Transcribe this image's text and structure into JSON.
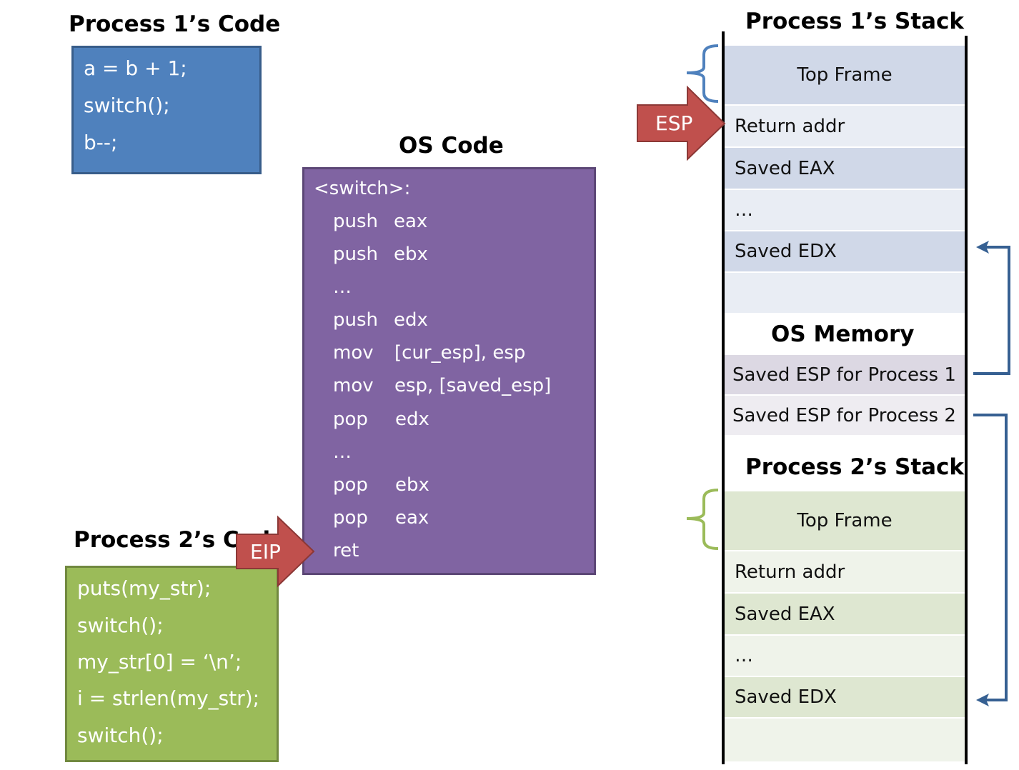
{
  "process1_code": {
    "title": "Process 1’s Code",
    "lines": [
      "a = b + 1;",
      "switch();",
      "b--;"
    ]
  },
  "os_code": {
    "title": "OS Code",
    "label": "<switch>:",
    "instructions": [
      {
        "op": "push",
        "arg": "eax"
      },
      {
        "op": "push",
        "arg": "ebx"
      },
      {
        "op": "…",
        "arg": ""
      },
      {
        "op": "push",
        "arg": "edx"
      },
      {
        "op": "mov",
        "arg": "[cur_esp], esp"
      },
      {
        "op": "mov",
        "arg": "esp, [saved_esp]"
      },
      {
        "op": "pop",
        "arg": "edx"
      },
      {
        "op": "…",
        "arg": ""
      },
      {
        "op": "pop",
        "arg": "ebx"
      },
      {
        "op": "pop",
        "arg": "eax"
      },
      {
        "op": "ret",
        "arg": ""
      }
    ]
  },
  "process2_code": {
    "title": "Process 2’s Code",
    "lines": [
      "puts(my_str);",
      "switch();",
      "my_str[0] = ‘\\n’;",
      "i = strlen(my_str);",
      "switch();"
    ]
  },
  "eip_arrow": {
    "label": "EIP"
  },
  "esp_arrow": {
    "label": "ESP"
  },
  "process1_stack": {
    "title": "Process 1’s Stack",
    "top_frame": "Top Frame",
    "cells": [
      "Return addr",
      "Saved EAX",
      "…",
      "Saved EDX",
      ""
    ]
  },
  "os_memory": {
    "title": "OS Memory",
    "cells": [
      "Saved ESP for Process 1",
      "Saved ESP for Process 2"
    ]
  },
  "process2_stack": {
    "title": "Process 2’s Stack",
    "top_frame": "Top Frame",
    "cells": [
      "Return addr",
      "Saved EAX",
      "…",
      "Saved EDX",
      ""
    ]
  },
  "colors": {
    "process1": "#4f81bd",
    "os": "#8064a2",
    "process2": "#9bbb59",
    "arrow": "#c0504d",
    "connector": "#366092",
    "stack1_dark": "#d0d8e8",
    "stack1_light": "#e9edf4",
    "stack2_dark": "#dee7d1",
    "stack2_light": "#eff3ea",
    "osmem_dark": "#dcd8e3",
    "osmem_light": "#eeecf1"
  }
}
